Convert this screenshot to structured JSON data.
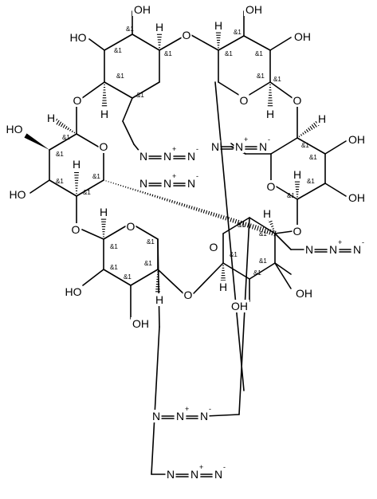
{
  "molecule": {
    "stereo_label": "&1",
    "labels": {
      "oh": "OH",
      "ho": "HO",
      "o": "O",
      "h": "H",
      "n": "N",
      "n_plus": "+",
      "n_minus": "-"
    },
    "counts": {
      "sugar_units": 6,
      "azide_groups": 6
    }
  }
}
